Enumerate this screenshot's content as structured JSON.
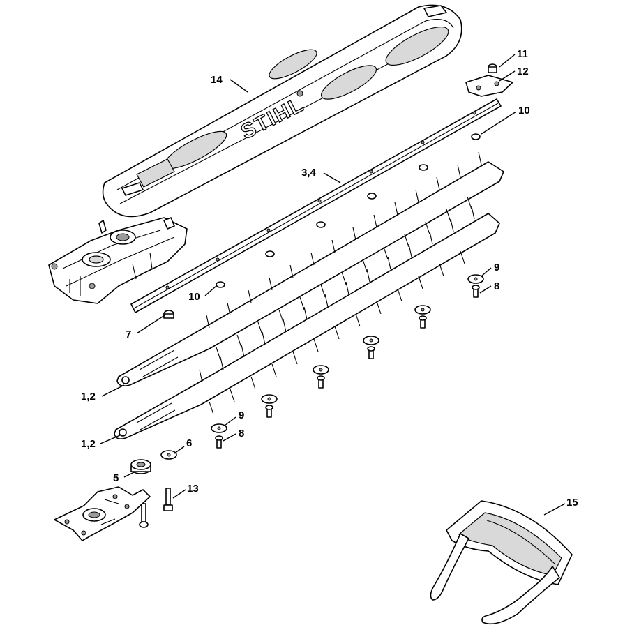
{
  "callouts": {
    "c14": "14",
    "c11": "11",
    "c12": "12",
    "c10a": "10",
    "c34": "3,4",
    "c9a": "9",
    "c8a": "8",
    "c10b": "10",
    "c7": "7",
    "c12a": "1,2",
    "c12b": "1,2",
    "c9b": "9",
    "c8b": "8",
    "c6": "6",
    "c5": "5",
    "c13": "13",
    "c15": "15"
  },
  "brand_logo": "STIHL",
  "colors": {
    "ink": "#000000",
    "paper": "#ffffff",
    "shade": "#d9d9d9"
  }
}
